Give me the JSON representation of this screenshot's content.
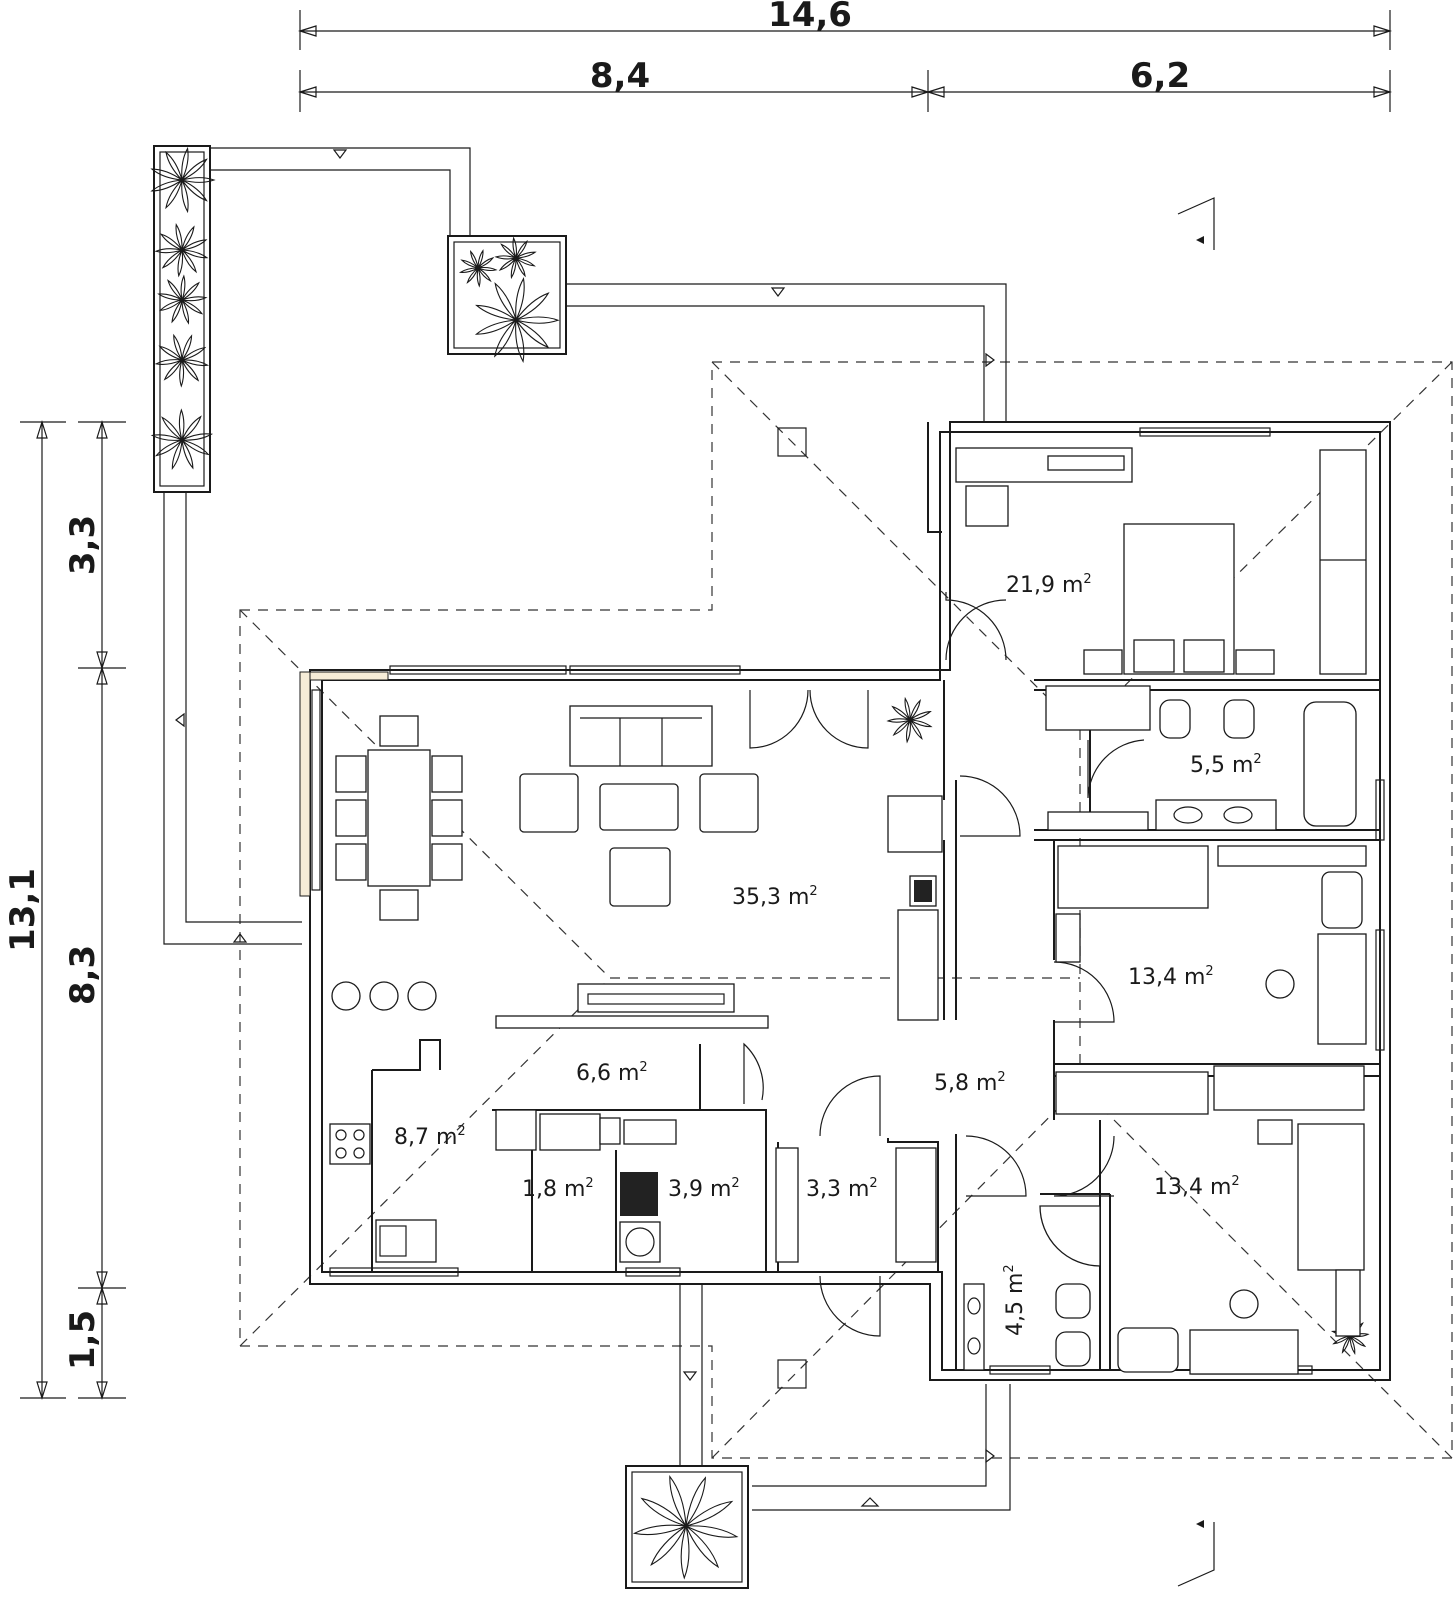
{
  "dimensions": {
    "total_width": "14,6",
    "width_left": "8,4",
    "width_right": "6,2",
    "total_depth": "13,1",
    "depth_top": "3,3",
    "depth_mid": "8,3",
    "depth_bottom": "1,5"
  },
  "rooms": {
    "master_bedroom": "21,9 m",
    "bathroom_upper": "5,5 m",
    "living_room": "35,3 m",
    "bedroom_middle": "13,4 m",
    "hall": "6,6 m",
    "corridor": "5,8 m",
    "kitchen": "8,7 m",
    "wc": "1,8 m",
    "utility": "3,9 m",
    "entrance": "3,3 m",
    "bedroom_lower": "13,4 m",
    "bathroom_lower": "4,5 m"
  },
  "unit_superscript": "2"
}
